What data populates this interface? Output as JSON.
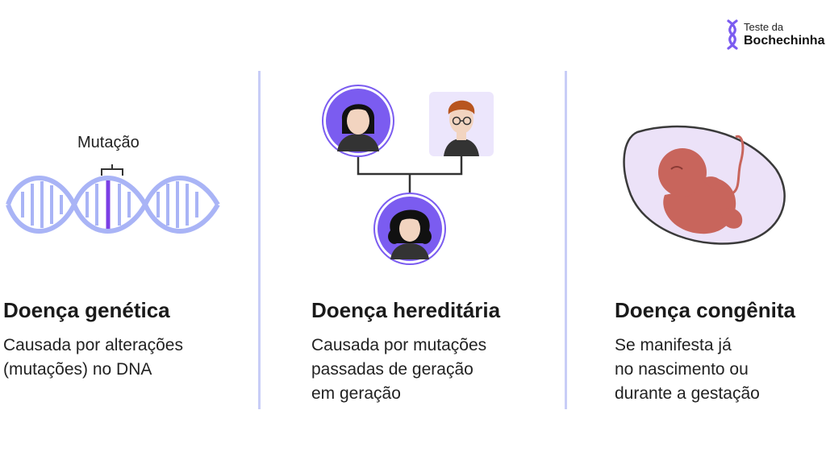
{
  "brand": {
    "line1": "Teste da",
    "line2": "Bochechinha"
  },
  "columns": [
    {
      "annotation": "Mutação",
      "title": "Doença genética",
      "description": [
        "Causada por alterações",
        "(mutações) no DNA"
      ]
    },
    {
      "title": "Doença hereditária",
      "description": [
        "Causada por mutações",
        "passadas de geração",
        "em geração"
      ]
    },
    {
      "title": "Doença congênita",
      "description": [
        "Se manifesta já",
        "no nascimento ou",
        "durante a gestação"
      ]
    }
  ],
  "colors": {
    "accent": "#7b5cf0",
    "dna": "#a9b4f6",
    "mutation": "#7b3fe4",
    "divider": "#c8cdf7",
    "womb": "#ece2f8",
    "fetus": "#c8655c"
  },
  "icons": [
    "logo-helix-icon",
    "dna-icon",
    "mother-icon",
    "father-icon",
    "child-icon",
    "fetus-icon"
  ]
}
